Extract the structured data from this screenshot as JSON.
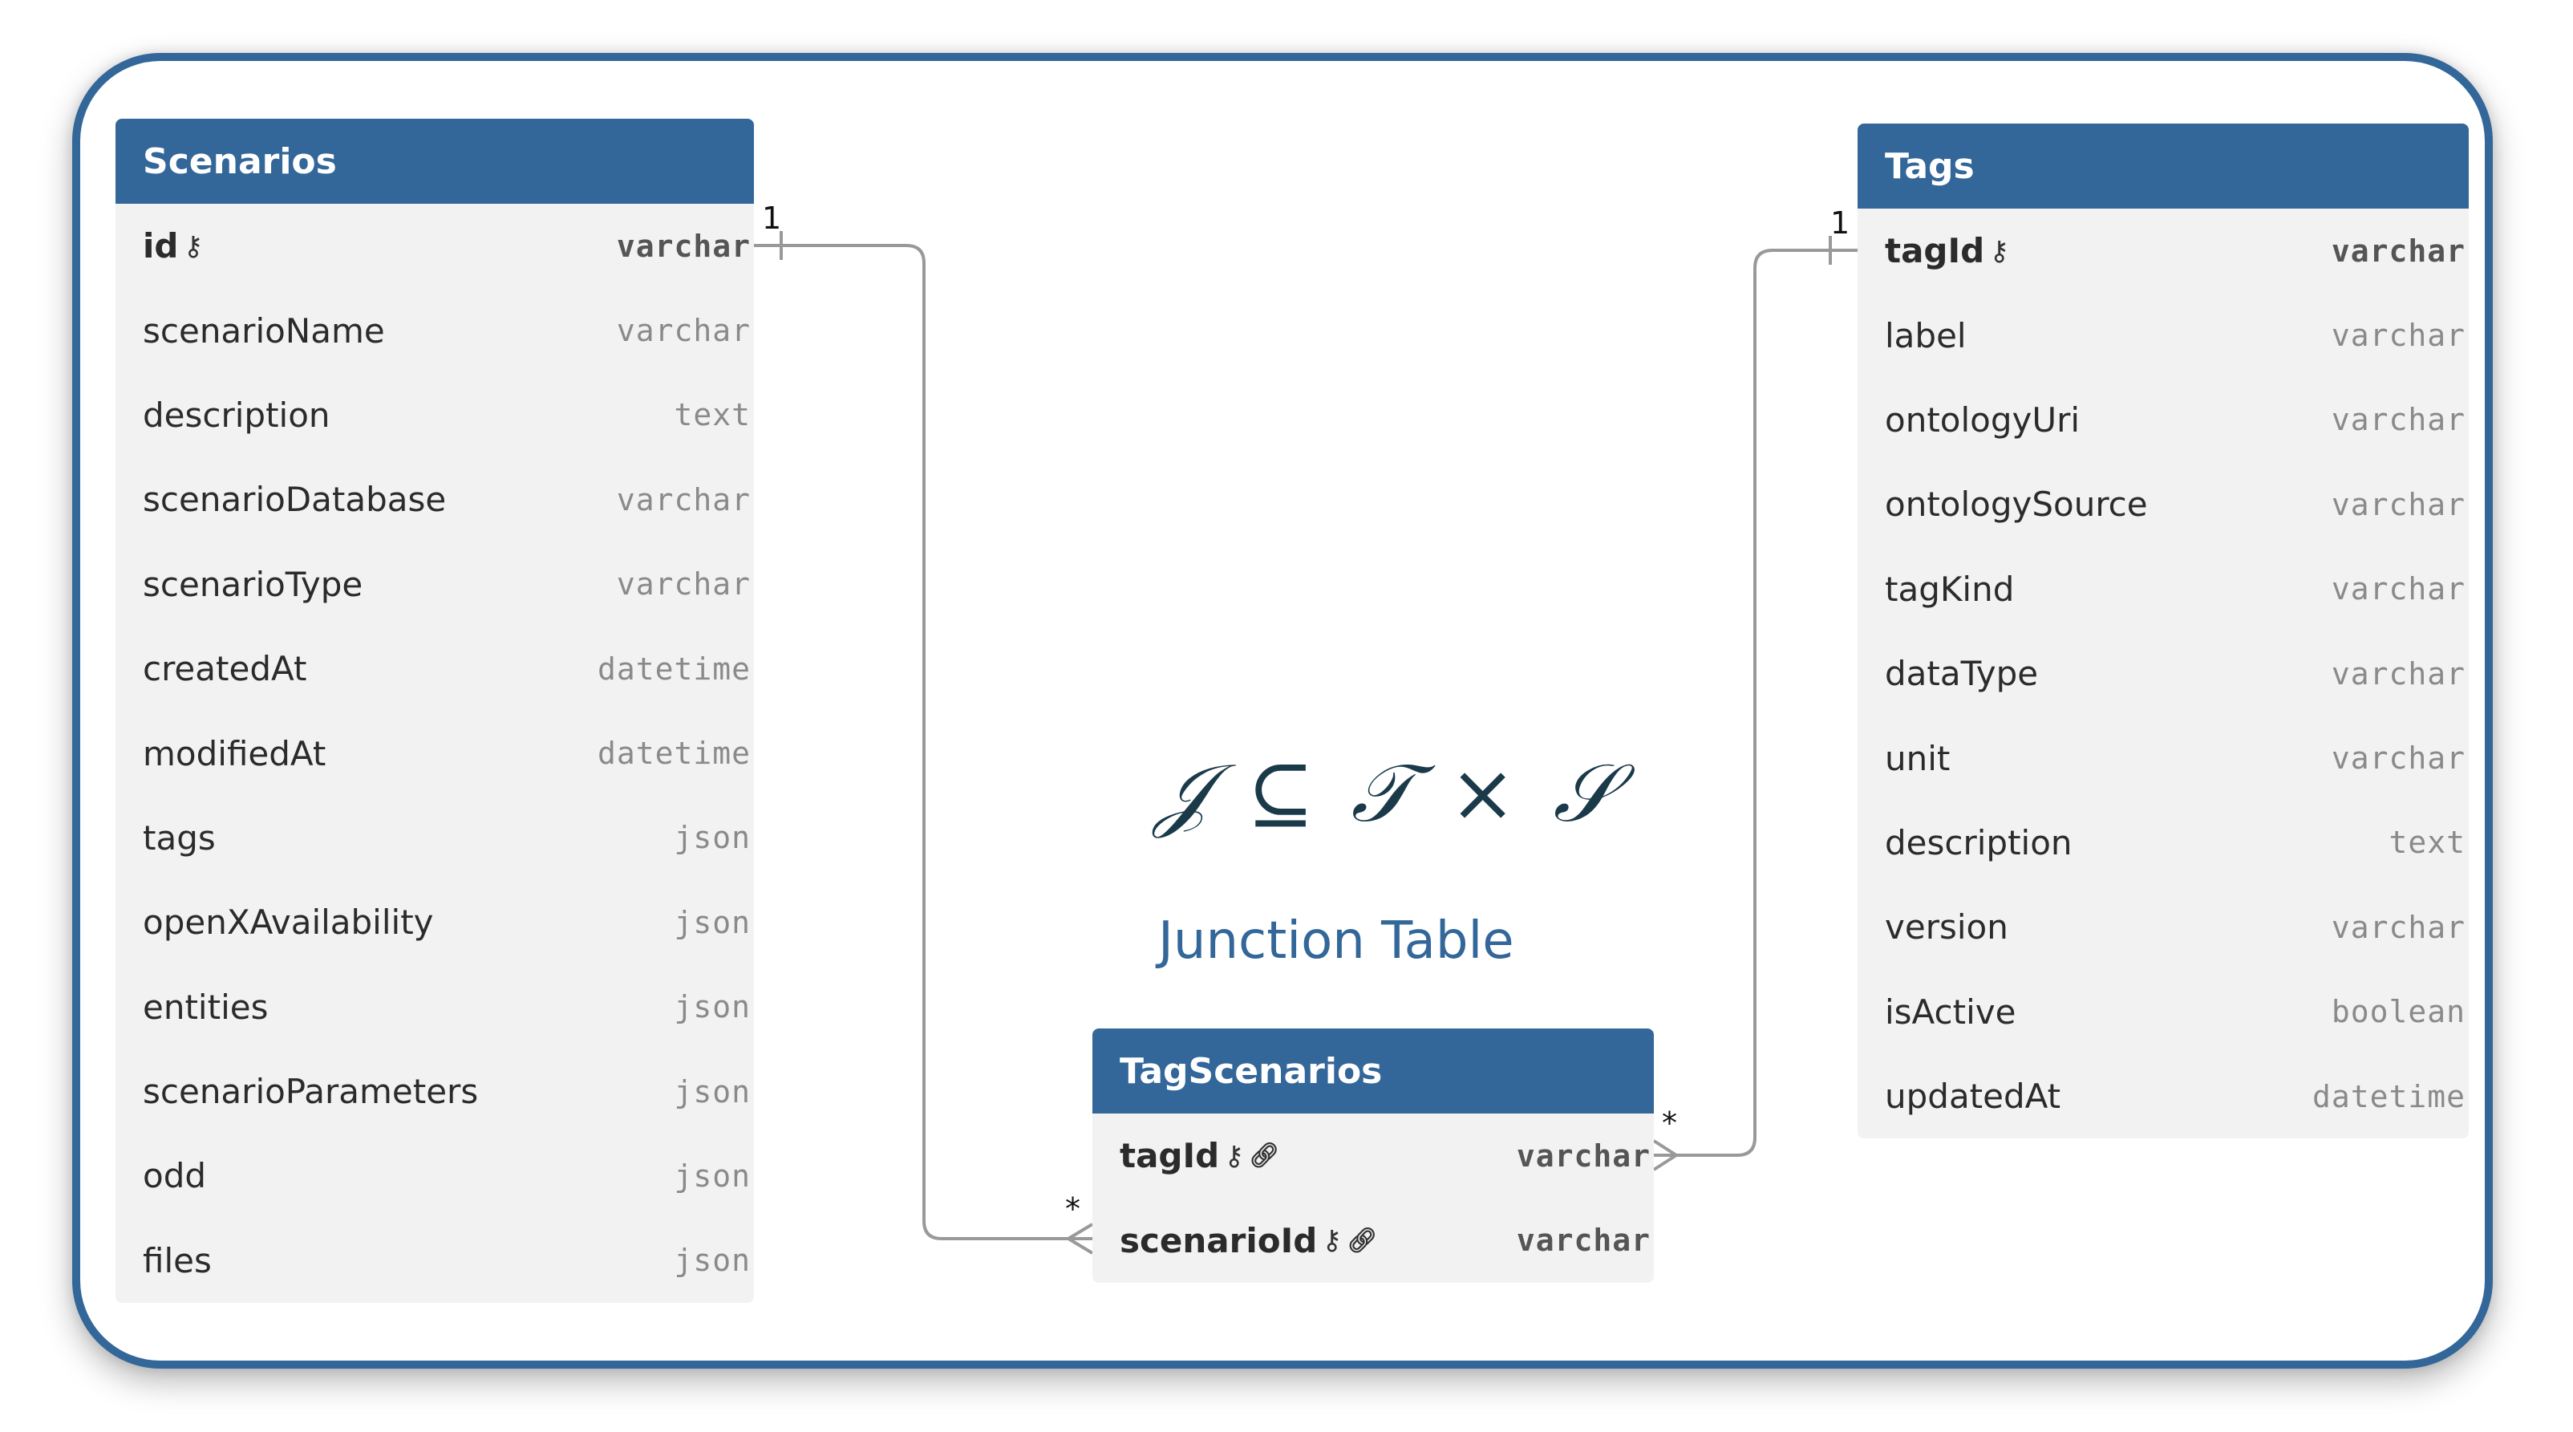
{
  "tables": {
    "scenarios": {
      "title": "Scenarios",
      "fields": [
        {
          "name": "id",
          "type": "varchar",
          "pk": true
        },
        {
          "name": "scenarioName",
          "type": "varchar"
        },
        {
          "name": "description",
          "type": "text"
        },
        {
          "name": "scenarioDatabase",
          "type": "varchar"
        },
        {
          "name": "scenarioType",
          "type": "varchar"
        },
        {
          "name": "createdAt",
          "type": "datetime"
        },
        {
          "name": "modifiedAt",
          "type": "datetime"
        },
        {
          "name": "tags",
          "type": "json"
        },
        {
          "name": "openXAvailability",
          "type": "json"
        },
        {
          "name": "entities",
          "type": "json"
        },
        {
          "name": "scenarioParameters",
          "type": "json"
        },
        {
          "name": "odd",
          "type": "json"
        },
        {
          "name": "files",
          "type": "json"
        }
      ]
    },
    "tags": {
      "title": "Tags",
      "fields": [
        {
          "name": "tagId",
          "type": "varchar",
          "pk": true
        },
        {
          "name": "label",
          "type": "varchar"
        },
        {
          "name": "ontologyUri",
          "type": "varchar"
        },
        {
          "name": "ontologySource",
          "type": "varchar"
        },
        {
          "name": "tagKind",
          "type": "varchar"
        },
        {
          "name": "dataType",
          "type": "varchar"
        },
        {
          "name": "unit",
          "type": "varchar"
        },
        {
          "name": "description",
          "type": "text"
        },
        {
          "name": "version",
          "type": "varchar"
        },
        {
          "name": "isActive",
          "type": "boolean"
        },
        {
          "name": "updatedAt",
          "type": "datetime"
        }
      ]
    },
    "tagScenarios": {
      "title": "TagScenarios",
      "fields": [
        {
          "name": "tagId",
          "type": "varchar",
          "pk": true,
          "fk": true
        },
        {
          "name": "scenarioId",
          "type": "varchar",
          "pk": true,
          "fk": true
        }
      ]
    }
  },
  "formula": {
    "parts": [
      "𝒥",
      "⊆",
      "𝒯",
      "×",
      "𝒮"
    ]
  },
  "caption": "Junction Table",
  "relations": {
    "scenarios_one": "1",
    "scenarios_many": "*",
    "tags_one": "1",
    "tags_many": "*"
  },
  "colors": {
    "header": "#336699",
    "frame": "#336699",
    "row_bg": "#f2f2f2",
    "connector": "#999999"
  },
  "icons": {
    "primary_key": "key-icon",
    "foreign_key": "link-icon"
  }
}
